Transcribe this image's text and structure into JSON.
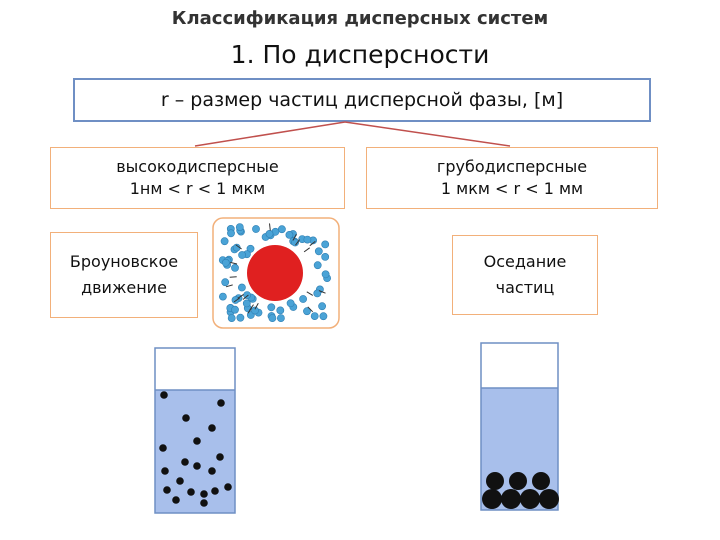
{
  "title": "Классификация дисперсных систем",
  "subtitle": "1. По дисперсности",
  "definition": "r – размер частиц дисперсной фазы, [м]",
  "left": {
    "name": "высокодисперсные",
    "range": "1нм < r < 1 мкм",
    "phenomenon_line1": "Броуновское",
    "phenomenon_line2": "движение"
  },
  "right": {
    "name": "грубодисперсные",
    "range": "1 мкм < r < 1 мм",
    "phenomenon_line1": "Оседание",
    "phenomenon_line2": "частиц"
  },
  "colors": {
    "definition_border": "#6f8fc4",
    "class_border": "#f2b07a",
    "connector": "#c0504d",
    "brownian_particle": "#e02020",
    "molecule": "#4aa3d6",
    "liquid": "#9ab4e6"
  }
}
